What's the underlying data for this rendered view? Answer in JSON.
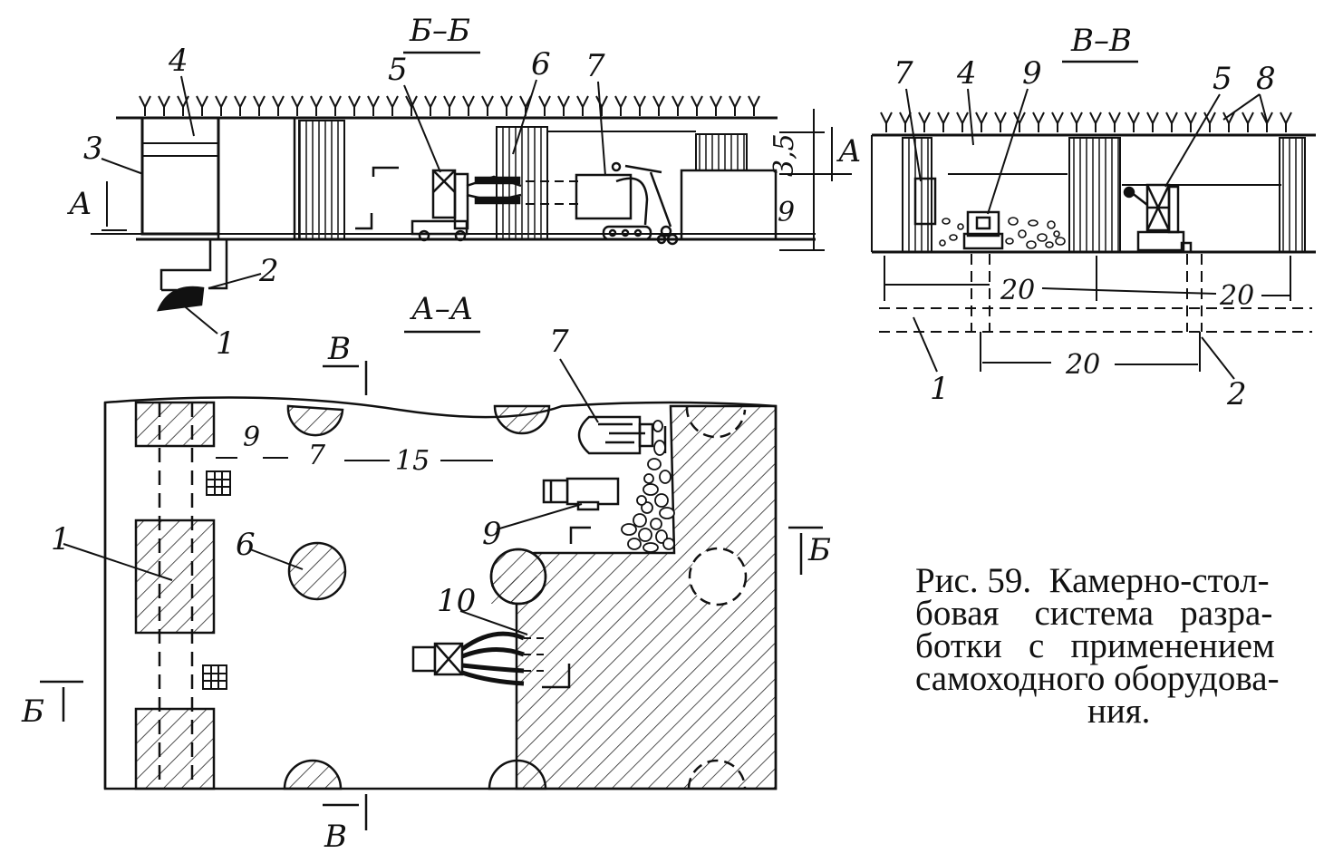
{
  "sections": {
    "bb": "Б–Б",
    "vv": "В–В",
    "aa": "А–А"
  },
  "labels": {
    "n1": "1",
    "n2": "2",
    "n3": "3",
    "n4": "4",
    "n5": "5",
    "n6": "6",
    "n7": "7",
    "n8": "8",
    "n9": "9",
    "n10": "10"
  },
  "cut_marks": {
    "a": "А",
    "b": "Б",
    "v": "В"
  },
  "dimensions": {
    "h_top": "3,5",
    "h_main": "9",
    "w_20": "20",
    "w_9": "9",
    "w_7": "7",
    "w_15": "15"
  },
  "caption": {
    "line1": "Рис. 59.  Камерно-стол-",
    "line2": "бовая    система   разра-",
    "line3": "ботки   с   применением",
    "line4": "самоходного оборудова-",
    "line5": "ния."
  }
}
